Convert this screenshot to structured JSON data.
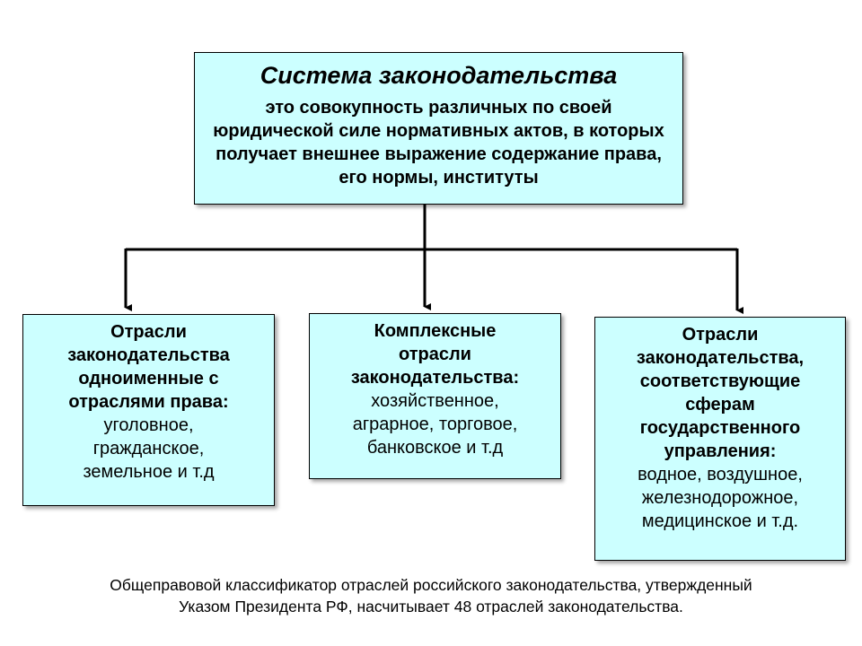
{
  "top": {
    "title": "Система законодательства",
    "definition": "это совокупность различных по своей юридической силе нормативных актов, в которых получает внешнее выражение содержание права, его нормы, институты"
  },
  "branches": [
    {
      "head_lines": [
        "Отрасли",
        "законодательства",
        "одноименные с",
        "отраслями права:"
      ],
      "item_lines": [
        "уголовное,",
        "гражданское,",
        "земельное и т.д"
      ]
    },
    {
      "head_lines": [
        "Комплексные",
        "отрасли",
        "законодательства:"
      ],
      "item_lines": [
        "хозяйственное,",
        "аграрное, торговое,",
        "банковское  и т.д"
      ]
    },
    {
      "head_lines": [
        "Отрасли",
        "законодательства,",
        "соответствующие",
        "сферам",
        "государственного",
        "управления:"
      ],
      "item_lines": [
        "водное, воздушное,",
        "железнодорожное,",
        "медицинское и т.д."
      ]
    }
  ],
  "footnote": [
    "Общеправовой  классификатор  отраслей российского законодательства, утвержденный",
    "Указом Президента РФ, насчитывает 48 отраслей законодательства."
  ],
  "colors": {
    "box_fill": "#ccffff",
    "line": "#000000"
  }
}
